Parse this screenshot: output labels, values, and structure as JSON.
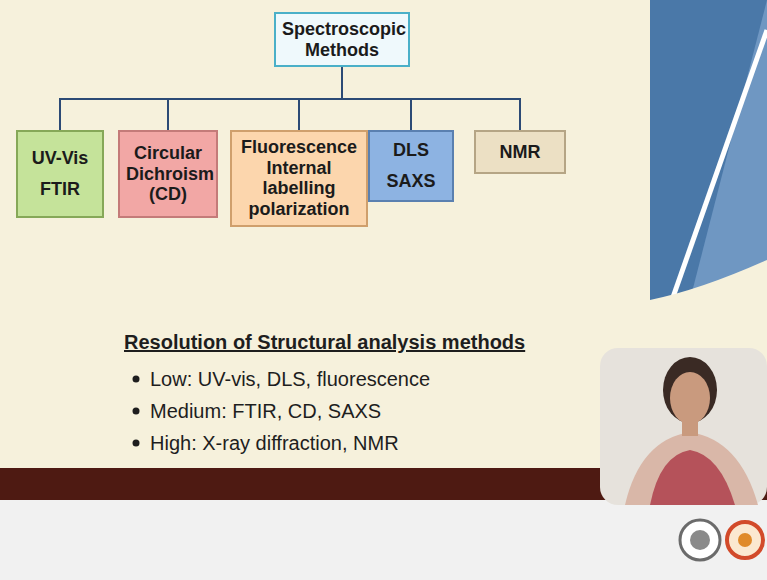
{
  "diagram": {
    "nodes": [
      {
        "text": [
          "Spectroscopic Methods"
        ]
      },
      {
        "text": [
          "UV-Vis",
          "FTIR"
        ]
      },
      {
        "text": [
          "Circular Dichroism (CD)"
        ]
      },
      {
        "text": [
          "Fluorescence Internal labelling polarization"
        ]
      },
      {
        "text": [
          "DLS",
          "SAXS"
        ]
      },
      {
        "text": [
          "NMR"
        ]
      }
    ],
    "edges": [
      {
        "from": 0,
        "to": 1,
        "arrow": "none"
      },
      {
        "from": 0,
        "to": 2,
        "arrow": "none"
      },
      {
        "from": 0,
        "to": 3,
        "arrow": "none"
      },
      {
        "from": 0,
        "to": 4,
        "arrow": "none"
      },
      {
        "from": 0,
        "to": 5,
        "arrow": "none"
      }
    ],
    "labels": [
      "Resolution of Structural analysis methods",
      "Low: UV-vis, DLS, fluorescence",
      "Medium: FTIR, CD, SAXS",
      "High: X-ray diffraction, NMR"
    ]
  }
}
